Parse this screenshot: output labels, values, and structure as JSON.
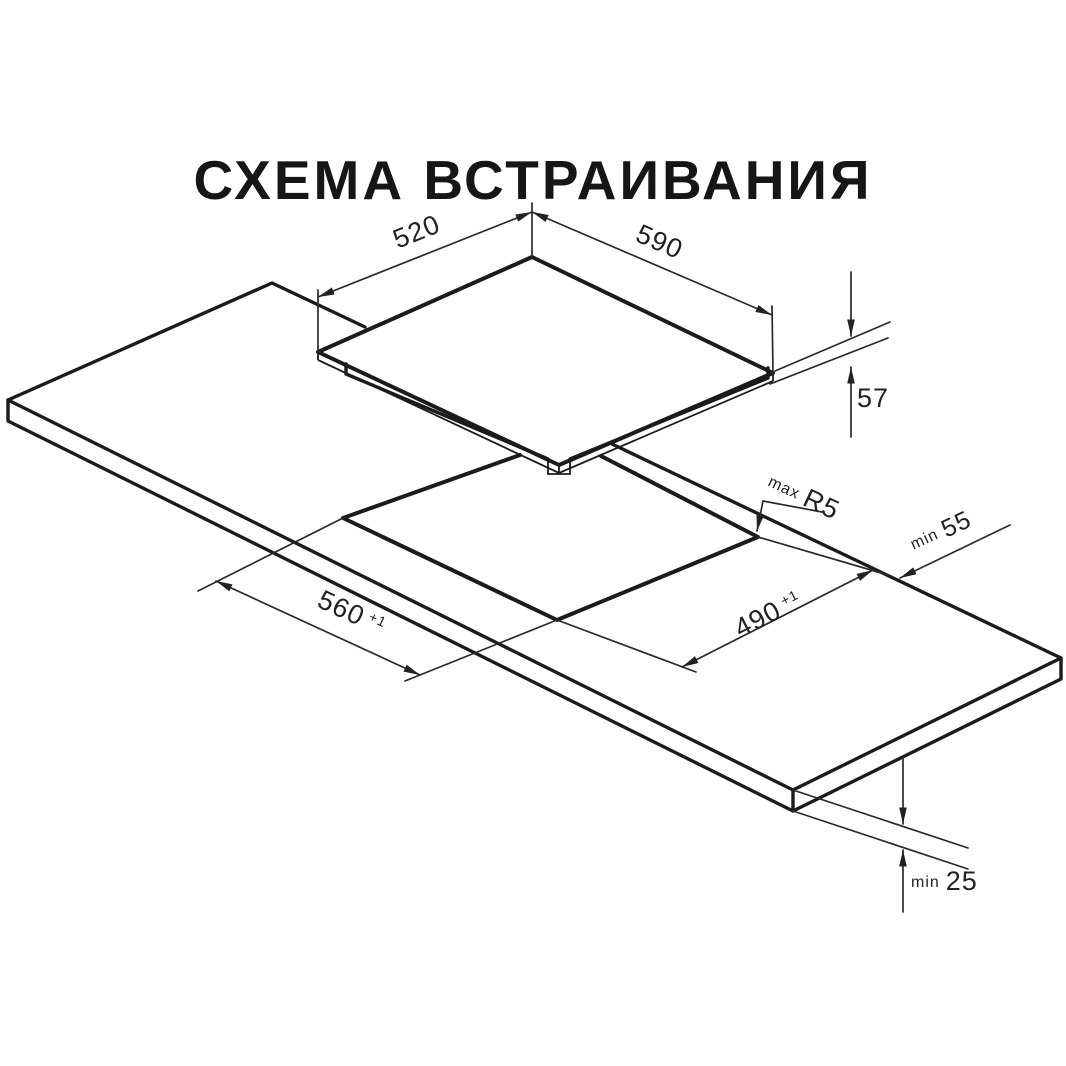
{
  "title": "СХЕМА ВСТРАИВАНИЯ",
  "diagram": {
    "hob": {
      "depth_label": "520",
      "width_label": "590",
      "height_label": "57"
    },
    "cutout": {
      "length_label": "560",
      "length_tolerance": "+1",
      "depth_label": "490",
      "depth_tolerance": "+1",
      "corner_radius_prefix": "max",
      "corner_radius_label": "R5"
    },
    "clearances": {
      "rear_prefix": "min",
      "rear_label": "55",
      "thickness_prefix": "min",
      "thickness_label": "25"
    }
  },
  "colors": {
    "ink": "#1b1b1b",
    "background": "#ffffff"
  }
}
